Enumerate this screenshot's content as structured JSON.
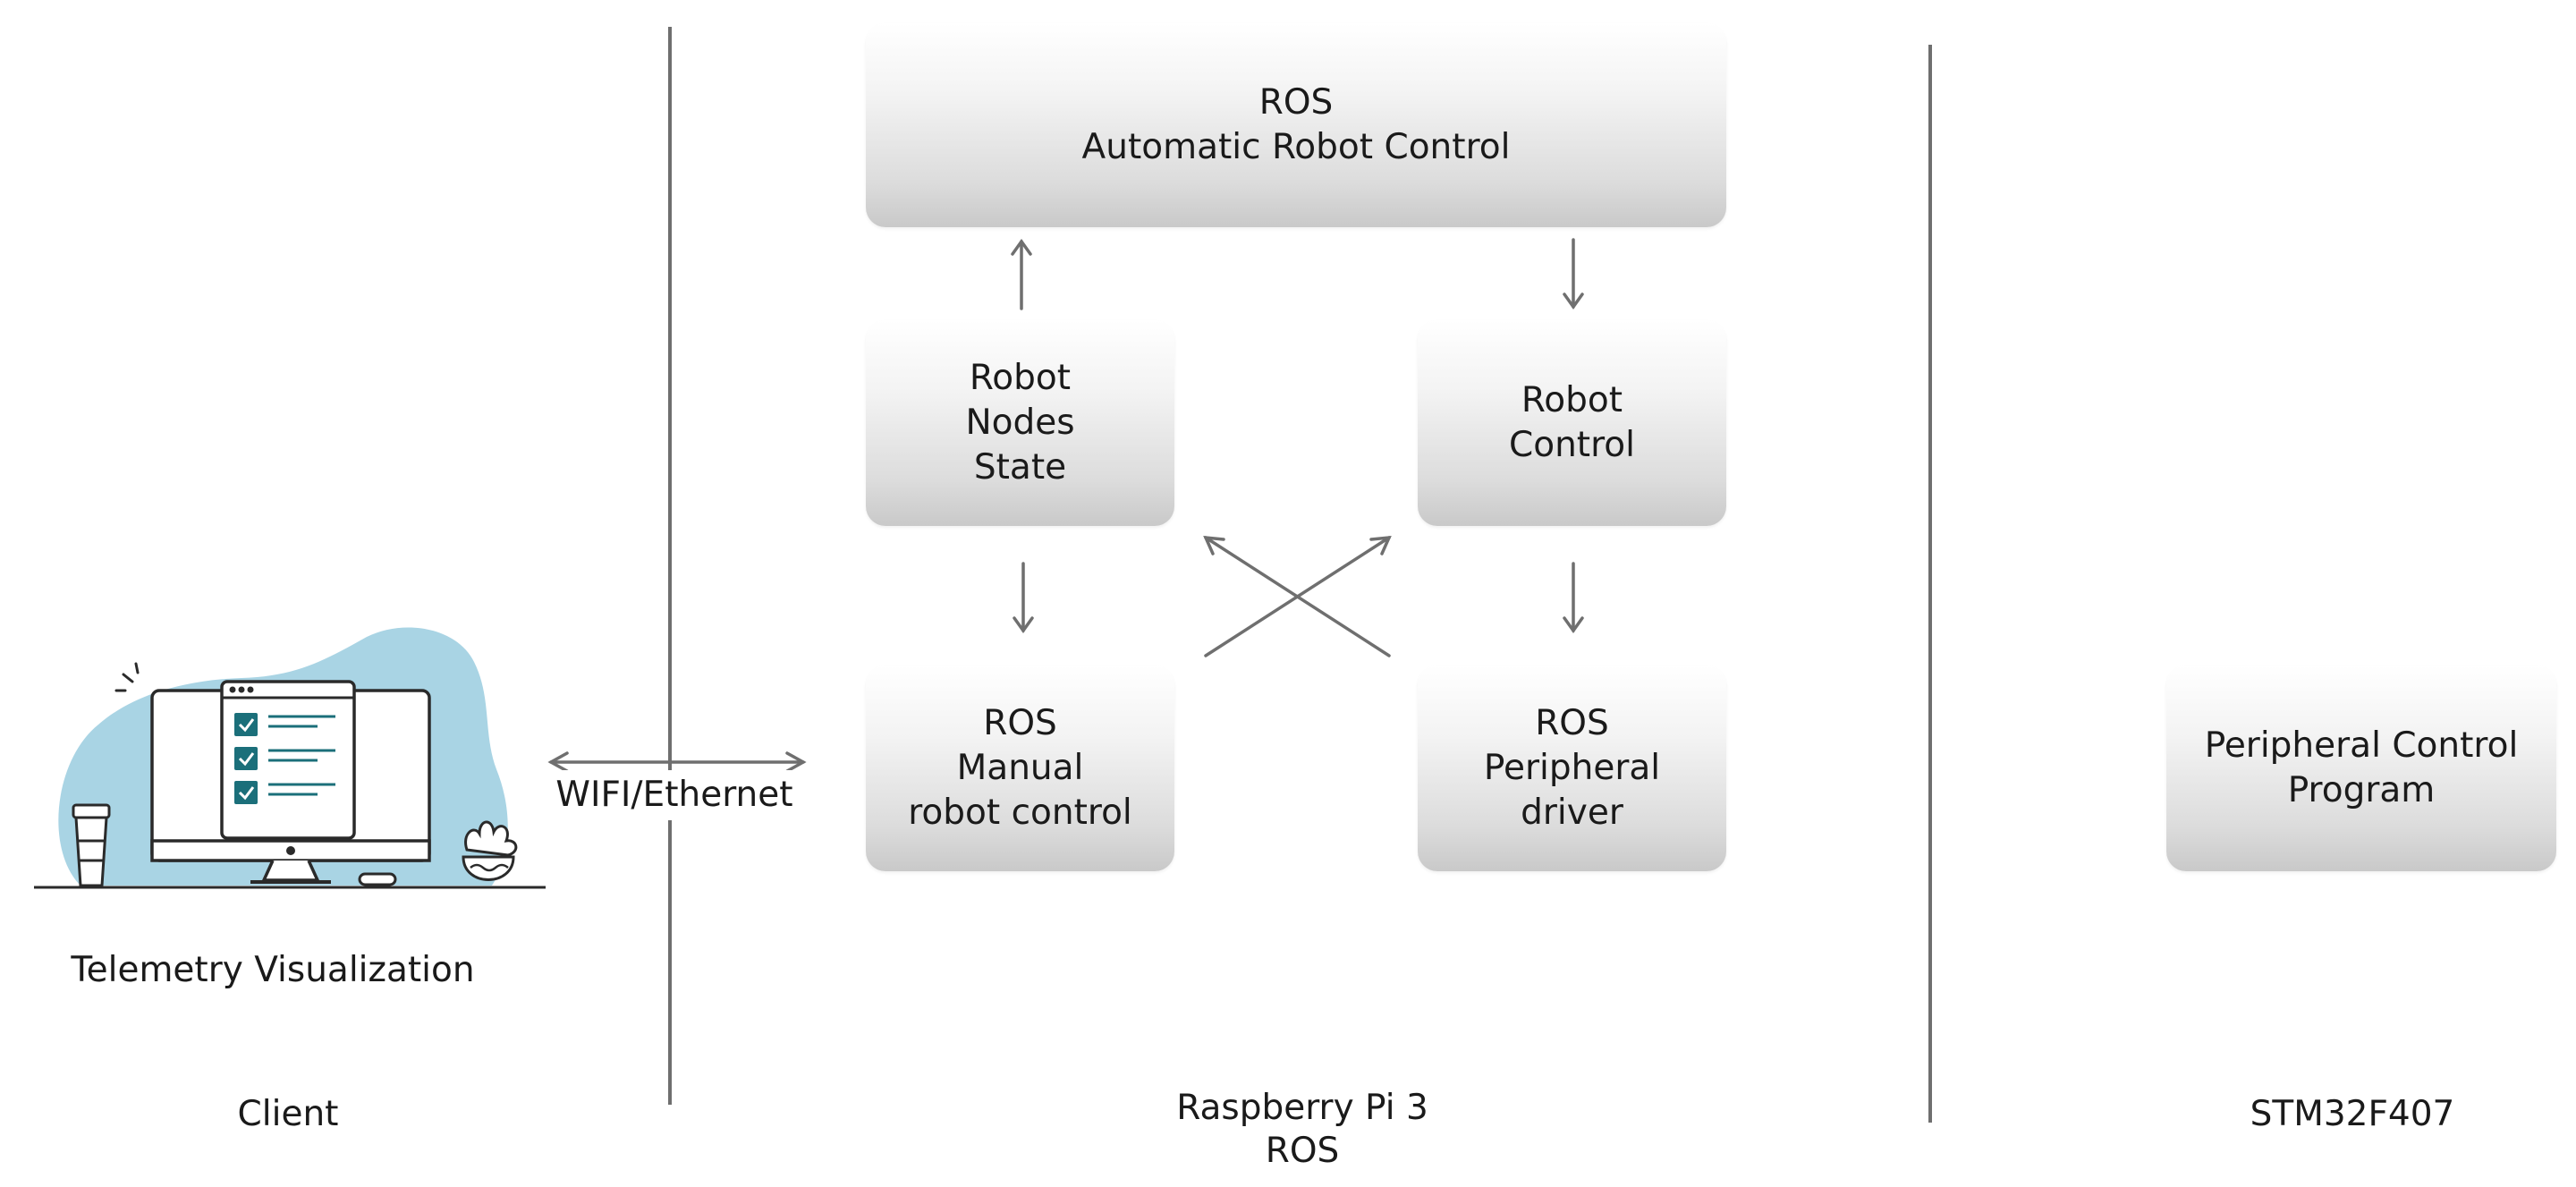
{
  "boxes": {
    "automatic": "ROS\nAutomatic Robot Control",
    "nodes_state": "Robot\nNodes\nState",
    "robot_control": "Robot\nControl",
    "manual": "ROS\nManual\nrobot control",
    "peripheral_driver": "ROS\nPeripheral\ndriver",
    "peripheral_program": "Peripheral Control\nProgram"
  },
  "link": {
    "label": "WIFI/Ethernet"
  },
  "client": {
    "caption": "Telemetry Visualization",
    "label": "Client"
  },
  "raspberry": {
    "label": "Raspberry Pi 3\nROS"
  },
  "stm": {
    "label": "STM32F407"
  },
  "colors": {
    "box_top": "#ffffff",
    "box_bottom": "#c9c9c9",
    "line": "#6f6f6f",
    "illustration_blob": "#a9d4e4",
    "illustration_teal": "#1b6f7a",
    "illustration_ink": "#2a2a2a"
  }
}
